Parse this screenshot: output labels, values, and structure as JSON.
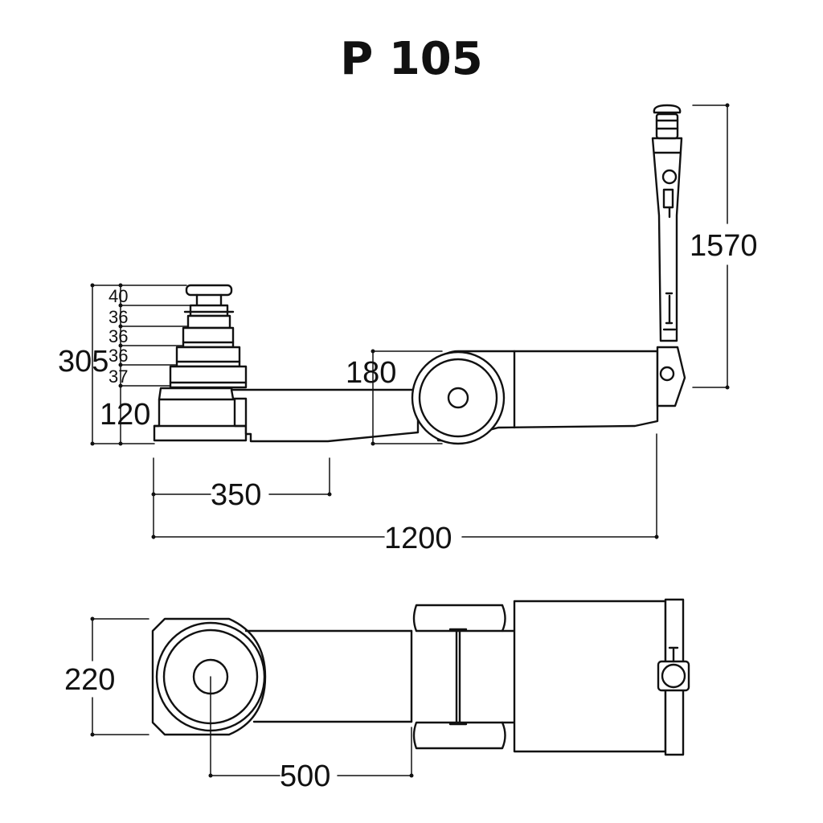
{
  "title": "P 105",
  "dimensions": {
    "height_total": "305",
    "stage_1": "40",
    "stage_2": "36",
    "stage_3": "36",
    "stage_4": "36",
    "stage_5": "37",
    "min_height": "120",
    "wheel_height": "180",
    "handle_height": "1570",
    "saddle_reach": "350",
    "length": "1200",
    "width": "220",
    "wheel_offset": "500"
  }
}
